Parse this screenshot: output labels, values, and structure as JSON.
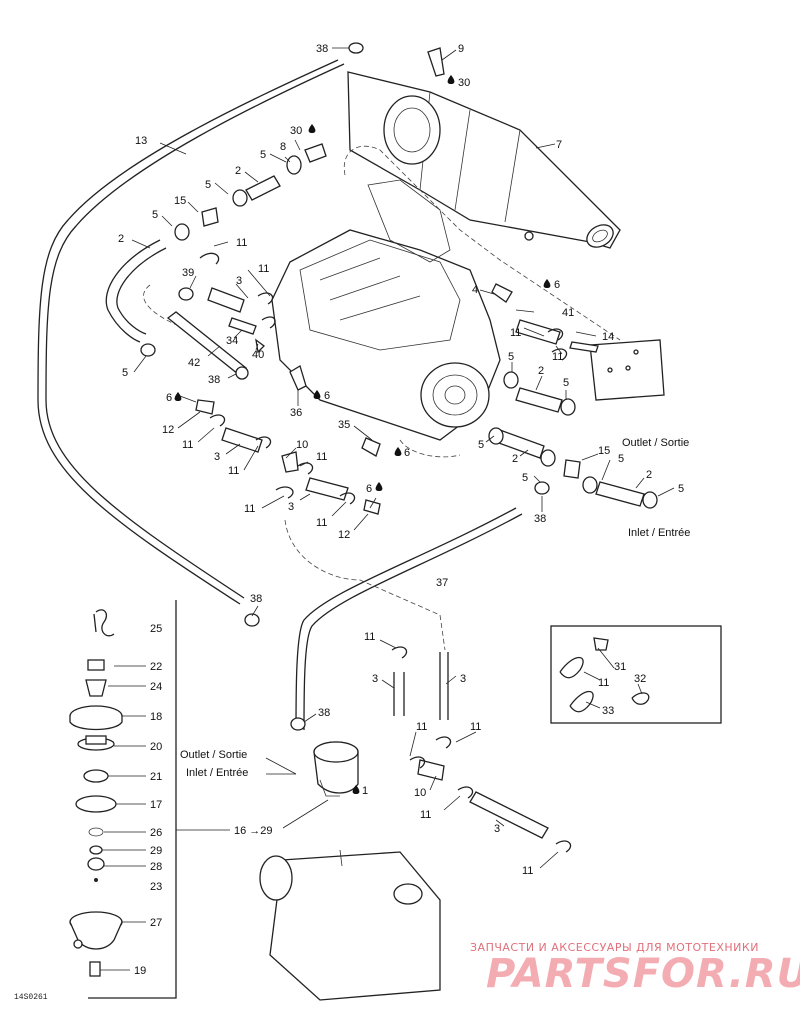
{
  "diagram_code": "14S0261",
  "watermark": {
    "tagline": "ЗАПЧАСТИ И АКСЕССУАРЫ ДЛЯ МОТОТЕХНИКИ",
    "logo": "PARTSFOR.RU"
  },
  "flow_labels": {
    "outlet_engine": "Outlet / Sortie",
    "inlet_engine": "Inlet / Entrée",
    "outlet_tank": "Outlet / Sortie",
    "inlet_tank": "Inlet / Entrée"
  },
  "callouts": {
    "c38a": "38",
    "c9": "9",
    "c30a": "30",
    "c13": "13",
    "c30b": "30",
    "c8": "8",
    "c7": "7",
    "c5a": "5",
    "c2a": "2",
    "c5b": "5",
    "c15a": "15",
    "c5c": "5",
    "c11a": "11",
    "c2b": "2",
    "c11b": "11",
    "c39": "39",
    "c3a": "3",
    "c4": "4",
    "c6a": "6",
    "c41": "41",
    "c14": "14",
    "c11c": "11",
    "c11d": "11",
    "c34": "34",
    "c40": "40",
    "c42": "42",
    "c5d": "5",
    "c38b": "38",
    "c5e": "5",
    "c2c": "2",
    "c5f": "5",
    "c36": "36",
    "c6b": "6",
    "c6c": "6",
    "c12a": "12",
    "c11e": "11",
    "c3b": "3",
    "c10a": "10",
    "c11f": "11",
    "c35": "35",
    "c6d": "6",
    "c11g": "11",
    "c5g": "5",
    "c2d": "2",
    "c15b": "15",
    "c5h": "5",
    "c2e": "2",
    "c5i": "5",
    "c5j": "5",
    "c11h": "11",
    "c3c": "3",
    "c11i": "11",
    "c6e": "6",
    "c12b": "12",
    "c38c": "38",
    "c37": "37",
    "c38d": "38",
    "c25": "25",
    "c22": "22",
    "c24": "24",
    "c18": "18",
    "c20": "20",
    "c21": "21",
    "c17": "17",
    "c26": "26",
    "c29": "29",
    "c28": "28",
    "c23": "23",
    "c27": "27",
    "c19": "19",
    "c16": "16 →29",
    "c1": "1",
    "c11j": "11",
    "c3d": "3",
    "c3e": "3",
    "c11k": "11",
    "c11l": "11",
    "c10b": "10",
    "c11m": "11",
    "c3f": "3",
    "c11n": "11",
    "c38e": "38",
    "c31": "31",
    "c11o": "11",
    "c32": "32",
    "c33": "33"
  }
}
